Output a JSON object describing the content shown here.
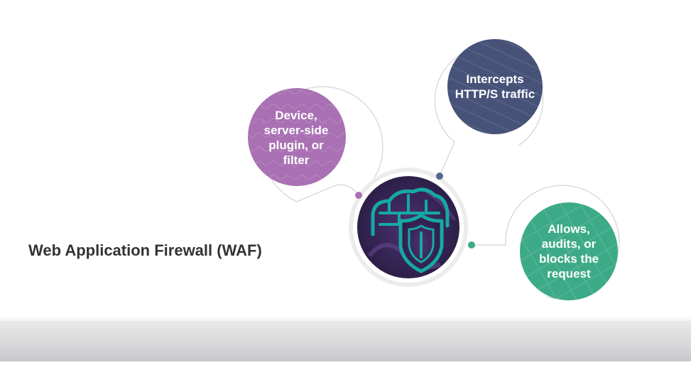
{
  "title": "Web Application Firewall (WAF)",
  "center": {
    "icon": "waf-cloud-firewall-shield-icon",
    "color": "#3a2a57"
  },
  "nodes": [
    {
      "id": "device",
      "label": "Device,\nserver-side\nplugin, or\nfilter",
      "color": "#a971b3"
    },
    {
      "id": "intercepts",
      "label": "Intercepts\nHTTP/S traffic",
      "color": "#465278"
    },
    {
      "id": "allows",
      "label": "Allows,\naudits, or\nblocks the\nrequest",
      "color": "#3daa87"
    }
  ],
  "colors": {
    "accent_teal": "#16a9a3",
    "ring_gray": "#d8d8d8",
    "connector_gray": "#bdbdbd",
    "title_text": "#333333"
  }
}
